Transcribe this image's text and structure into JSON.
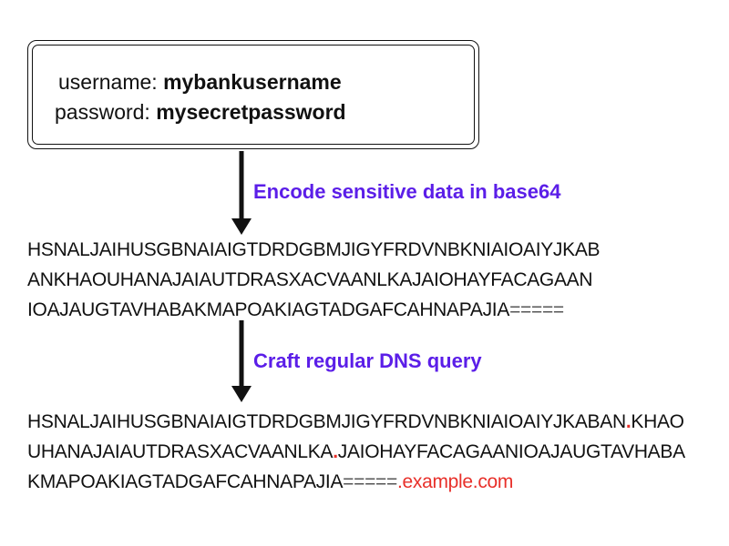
{
  "colors": {
    "label": "#5b1ee8",
    "dot": "#e8302a",
    "domain": "#e8302a",
    "text": "#111111"
  },
  "credentials": {
    "username_key": "username:",
    "username_value": "mybankusername",
    "password_key": "password:",
    "password_value": "mysecretpassword"
  },
  "steps": {
    "encode_label": "Encode sensitive data in base64",
    "dns_label": "Craft regular DNS query"
  },
  "encoded": {
    "line1": "HSNALJAIHUSGBNAIAIGTDRDGBMJIGYFRDVNBKNIAIOAIYJKAB",
    "line2": "ANKHAOUHANAJAIAUTDRASXACVAANLKAJAIOHAYFACAGAAN",
    "line3": "IOAJAUGTAVHABAKMAPOAKIAGTADGAFCAHNAPAJIA",
    "line3_padding": "====="
  },
  "dns_query": {
    "line1_a": "HSNALJAIHUSGBNAIAIGTDRDGBMJIGYFRDVNBKNIAIOAIYJKABAN",
    "line1_b": "KHAO",
    "line2_a": "UHANAJAIAUTDRASXACVAANLKA",
    "line2_b": "JAIOHAYFACAGAANIOAJAUGTAVHABA",
    "line3_a": "KMAPOAKIAGTADGAFCAHNAPAJIA",
    "line3_padding": "=====",
    "label_separator": ".",
    "domain": ".example.com"
  }
}
